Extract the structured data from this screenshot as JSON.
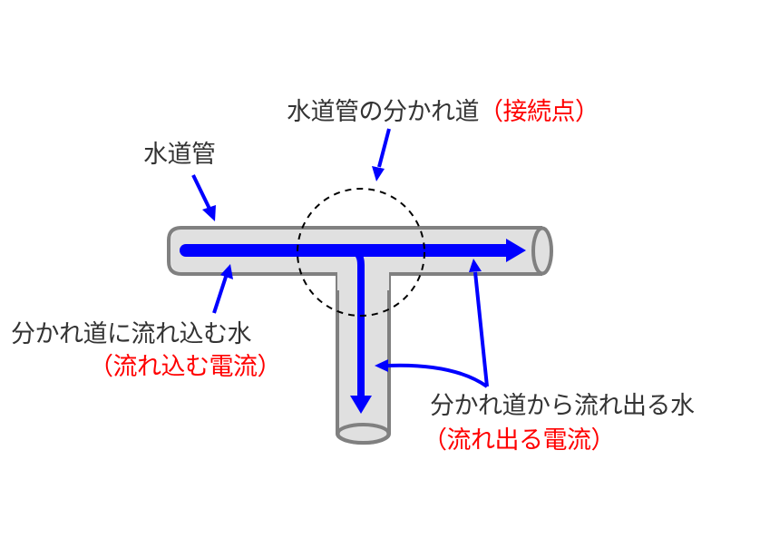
{
  "labels": {
    "junction": {
      "text": "水道管の分かれ道",
      "highlight": "（接続点）"
    },
    "pipe": {
      "text": "水道管"
    },
    "inflow": {
      "text": "分かれ道に流れ込む水",
      "highlight": "（流れ込む電流）"
    },
    "outflow": {
      "text": "分かれ道から流れ出る水",
      "highlight": "（流れ出る電流）"
    }
  },
  "colors": {
    "pipe_fill": "#e0e0e0",
    "pipe_stroke": "#808080",
    "flow": "#0000ff",
    "text": "#333333",
    "highlight": "#ff0000",
    "junction_circle": "#000000"
  },
  "icons": {
    "flow_arrow": "arrow-right",
    "branch_arrow": "arrow-down",
    "pointer_arrows": "arrow-pointer"
  }
}
